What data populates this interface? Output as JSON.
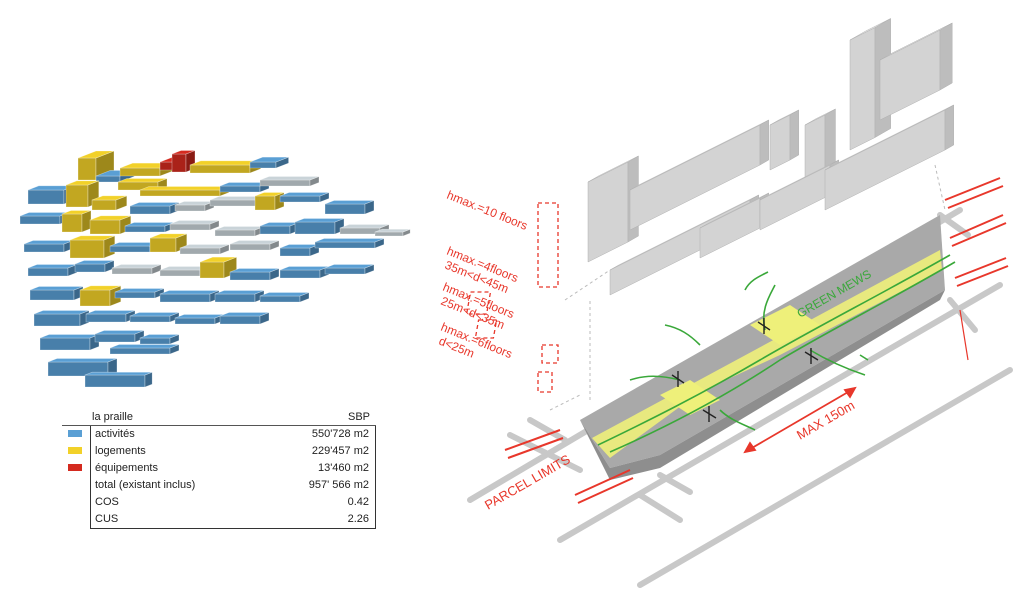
{
  "legend": {
    "title": "la praille",
    "col_header": "SBP",
    "rows": [
      {
        "label": "activités",
        "value": "550'728 m2",
        "swatch": "#5a9fd4"
      },
      {
        "label": "logements",
        "value": "229'457 m2",
        "swatch": "#f2d129"
      },
      {
        "label": "équipements",
        "value": "13'460 m2",
        "swatch": "#d42a1f"
      },
      {
        "label": "total (existant inclus)",
        "value": "957' 566 m2",
        "swatch": ""
      },
      {
        "label": "COS",
        "value": "0.42",
        "swatch": ""
      },
      {
        "label": "CUS",
        "value": "2.26",
        "swatch": ""
      }
    ]
  },
  "annotations": {
    "hmax10": "hmax.=10 floors",
    "hmax4a": "hmax.=4floors",
    "hmax4b": "35m<d<45m",
    "hmax5a": "hmax.=5floors",
    "hmax5b": "25m<d<35m",
    "hmax6a": "hmax.=6floors",
    "hmax6b": "d<25m",
    "green_mews": "GREEN MEWS",
    "max150": "MAX 150m",
    "parcel_limits": "PARCEL LIMITS"
  },
  "colors": {
    "activites": "#5a9fd4",
    "logements": "#f2d129",
    "equipements": "#d42a1f",
    "annotation_red": "#e8372b",
    "green_path": "#3aa83a",
    "mews_yellow": "#eef07a",
    "parcel_grey": "#a9a9a9",
    "building_grey": "#dcdcdc"
  }
}
